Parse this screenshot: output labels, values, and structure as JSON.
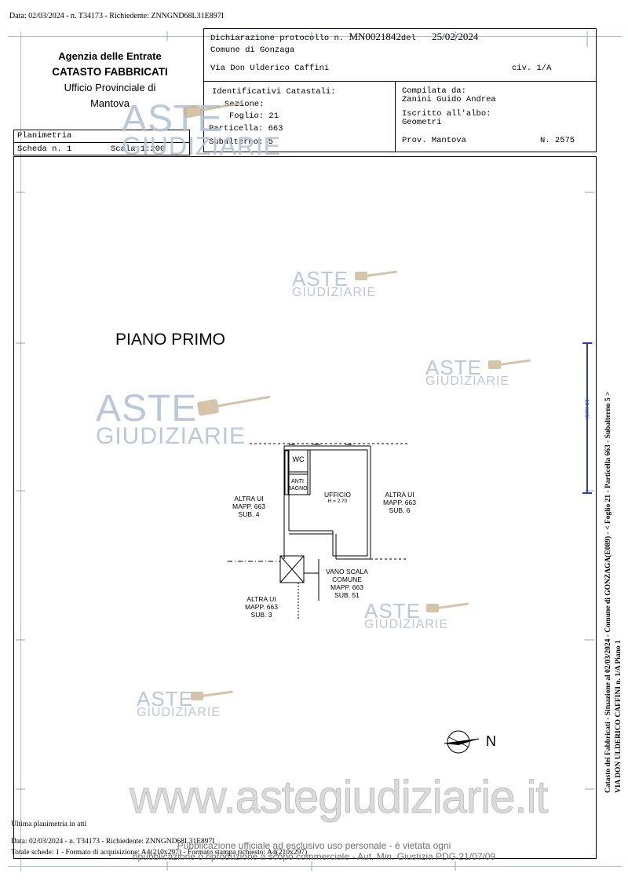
{
  "top_header": "Data: 02/03/2024 - n. T34173 - Richiedente: ZNNGND68L31E897I",
  "agency": {
    "line1": "Agenzia delle Entrate",
    "line2": "CATASTO FABBRICATI",
    "line3": "Ufficio Provinciale di",
    "line4": "Mantova"
  },
  "declaration": {
    "protocol_prefix": "Dichiarazione protocollo n.",
    "protocol_number": "MN0021842",
    "del": "del",
    "date": "25/02/2024",
    "comune": "Comune di Gonzaga",
    "address": "Via Don Ulderico Caffini",
    "civ": "civ. 1/A"
  },
  "identifiers": {
    "title": "Identificativi Catastali:",
    "sezione": "Sezione:",
    "foglio": "Foglio: 21",
    "particella": "Particella: 663",
    "subalterno": "Subalterno: 5"
  },
  "compiled": {
    "compilata_label": "Compilata da:",
    "compilata_name": "Zanini Guido Andrea",
    "iscritto_label": "Iscritto all'albo:",
    "iscritto_value": "Geometri",
    "prov": "Prov. Mantova",
    "number": "N. 2575"
  },
  "planimetria": {
    "title": "Planimetria",
    "scheda": "Scheda n. 1",
    "scala": "Scala 1:200"
  },
  "floor_title": "PIANO PRIMO",
  "rooms": {
    "wc": "WC",
    "antibagno_1": "ANTI",
    "antibagno_2": "BAGNO",
    "ufficio": "UFFICIO",
    "height": "H = 2.70",
    "left_unit": [
      "ALTRA UI",
      "MAPP. 663",
      "SUB. 4"
    ],
    "right_unit": [
      "ALTRA UI",
      "MAPP. 663",
      "SUB. 6"
    ],
    "stair": [
      "VANO SCALA",
      "COMUNE",
      "MAPP. 663",
      "SUB. 51"
    ],
    "bottom_unit": [
      "ALTRA UI",
      "MAPP. 663",
      "SUB. 3"
    ]
  },
  "north": "N",
  "side_text_1": "Catasto dei Fabbricati - Situazione al 02/03/2024 - Comune di GONZAGA(E089) - < Foglio 21 - Particella 663 - Subalterno 5 >",
  "side_text_2": "VIA DON ULDERICO CAFFINI n. 1/A Piano 1",
  "side_stamp": "10 metri",
  "watermark": {
    "word1": "ASTE",
    "word2": "GIUDIZIARIE",
    "site": "www.astegiudiziarie.it"
  },
  "footer": {
    "last_plan": "Ultima planimetria in atti",
    "line1": "Data: 02/03/2024 - n. T34173 - Richiedente: ZNNGND68L31E897I",
    "line2": "Totale schede: 1 - Formato di acquisizione: A4(210x297) - Formato stampa richiesto: A4(210x297)",
    "notice1": "Pubblicazione ufficiale ad esclusivo uso personale - è vietata ogni",
    "notice2": "ripubblicazione o riproduzione a scopo commerciale - Aut. Min. Giustizia PDG 21/07/09"
  }
}
